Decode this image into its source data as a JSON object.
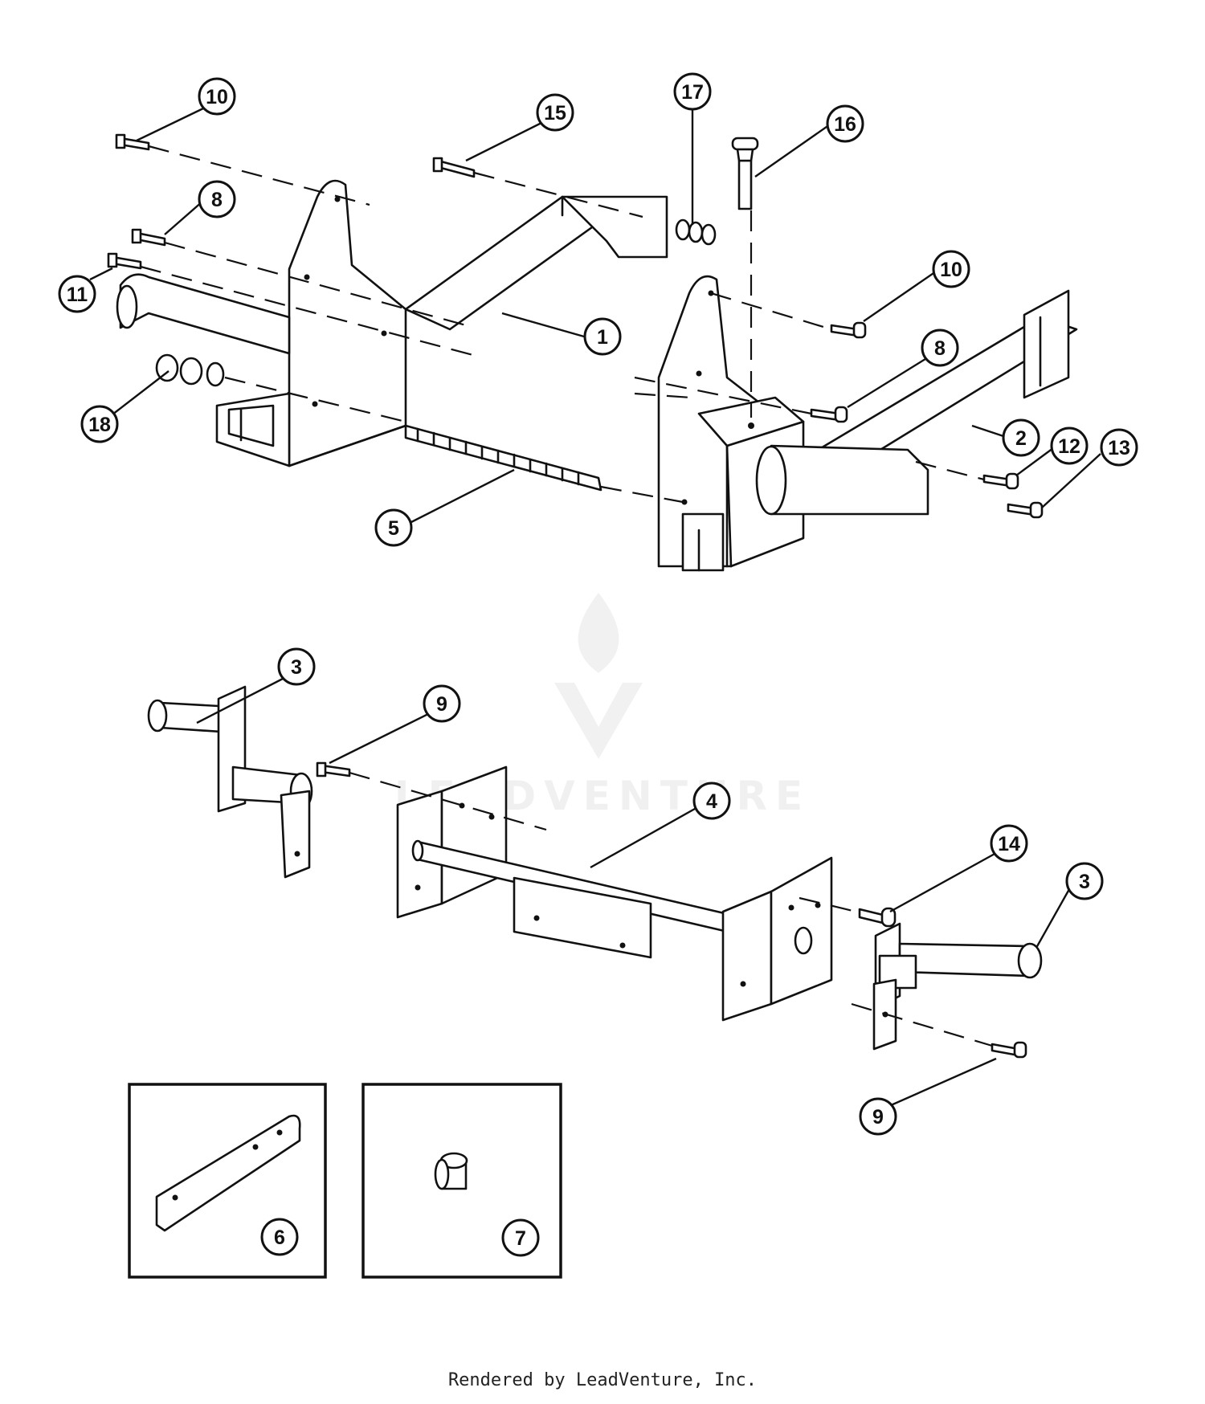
{
  "diagram": {
    "callouts": {
      "c10a": "10",
      "c15": "15",
      "c17": "17",
      "c16": "16",
      "c8a": "8",
      "c11": "11",
      "c1": "1",
      "c10b": "10",
      "c8b": "8",
      "c18": "18",
      "c2": "2",
      "c12": "12",
      "c13": "13",
      "c5": "5",
      "c3a": "3",
      "c9a": "9",
      "c4": "4",
      "c14": "14",
      "c3b": "3",
      "c9b": "9",
      "c6": "6",
      "c7": "7"
    },
    "watermark": "LEADVENTURE"
  },
  "footer": {
    "text": "Rendered by LeadVenture, Inc."
  }
}
